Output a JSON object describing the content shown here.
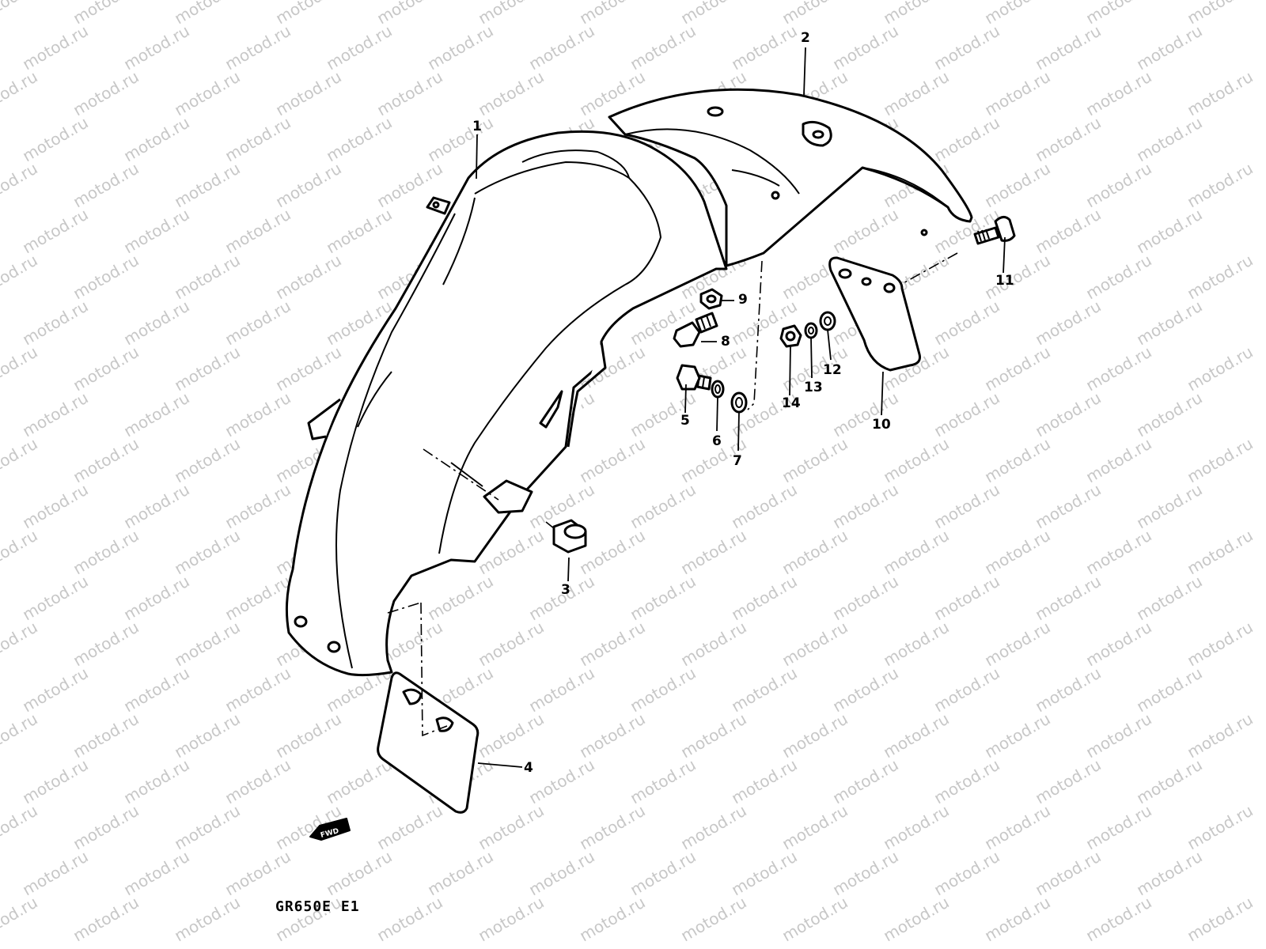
{
  "watermark": {
    "text": "motod.ru"
  },
  "parts": [
    {
      "number": "1"
    },
    {
      "number": "2"
    },
    {
      "number": "3"
    },
    {
      "number": "4"
    },
    {
      "number": "5"
    },
    {
      "number": "6"
    },
    {
      "number": "7"
    },
    {
      "number": "8"
    },
    {
      "number": "9"
    },
    {
      "number": "10"
    },
    {
      "number": "11"
    },
    {
      "number": "12"
    },
    {
      "number": "13"
    },
    {
      "number": "14"
    }
  ],
  "fwd_label": "FWD",
  "model_code": "GR650E E1"
}
